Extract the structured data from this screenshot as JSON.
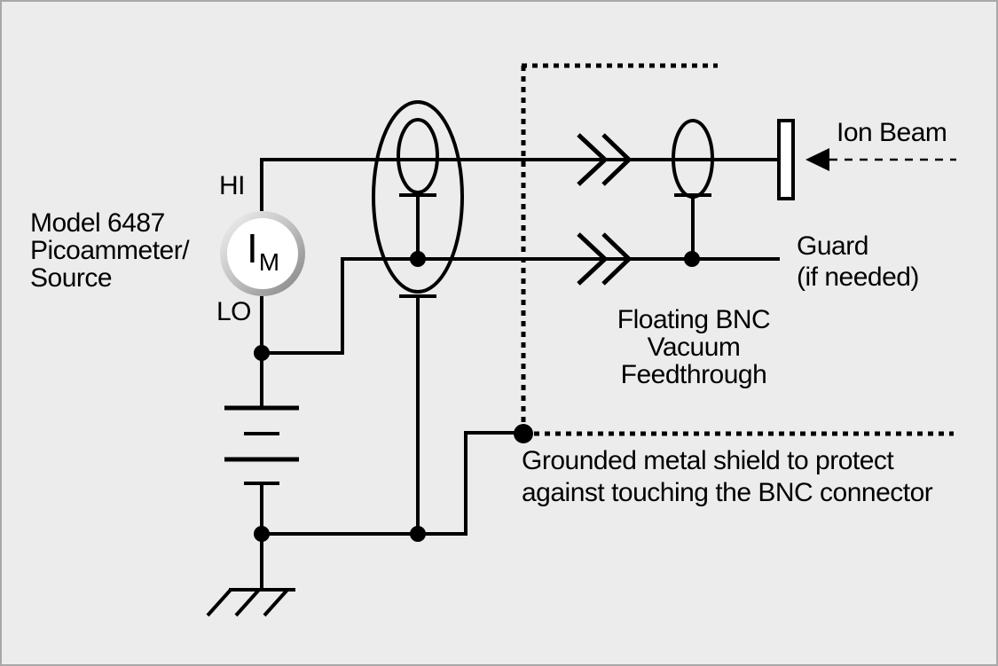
{
  "figure": {
    "type": "schematic-diagram",
    "background_color": "#ececec",
    "border_color": "#a8a8a8",
    "line_color": "#000000",
    "meter_ring_light": "#ebebeb",
    "meter_ring_dark": "#8a8a8a"
  },
  "labels": {
    "instrument": [
      "Model 6487",
      "Picoammeter/",
      "Source"
    ],
    "hi": "HI",
    "lo": "LO",
    "meter": {
      "main": "I",
      "sub": "M"
    },
    "ion_beam": "Ion Beam",
    "guard": [
      "Guard",
      "(if needed)"
    ],
    "feedthrough": [
      "Floating BNC",
      "Vacuum",
      "Feedthrough"
    ],
    "shield_note": [
      "Grounded metal shield to protect",
      "against touching the BNC connector"
    ]
  }
}
